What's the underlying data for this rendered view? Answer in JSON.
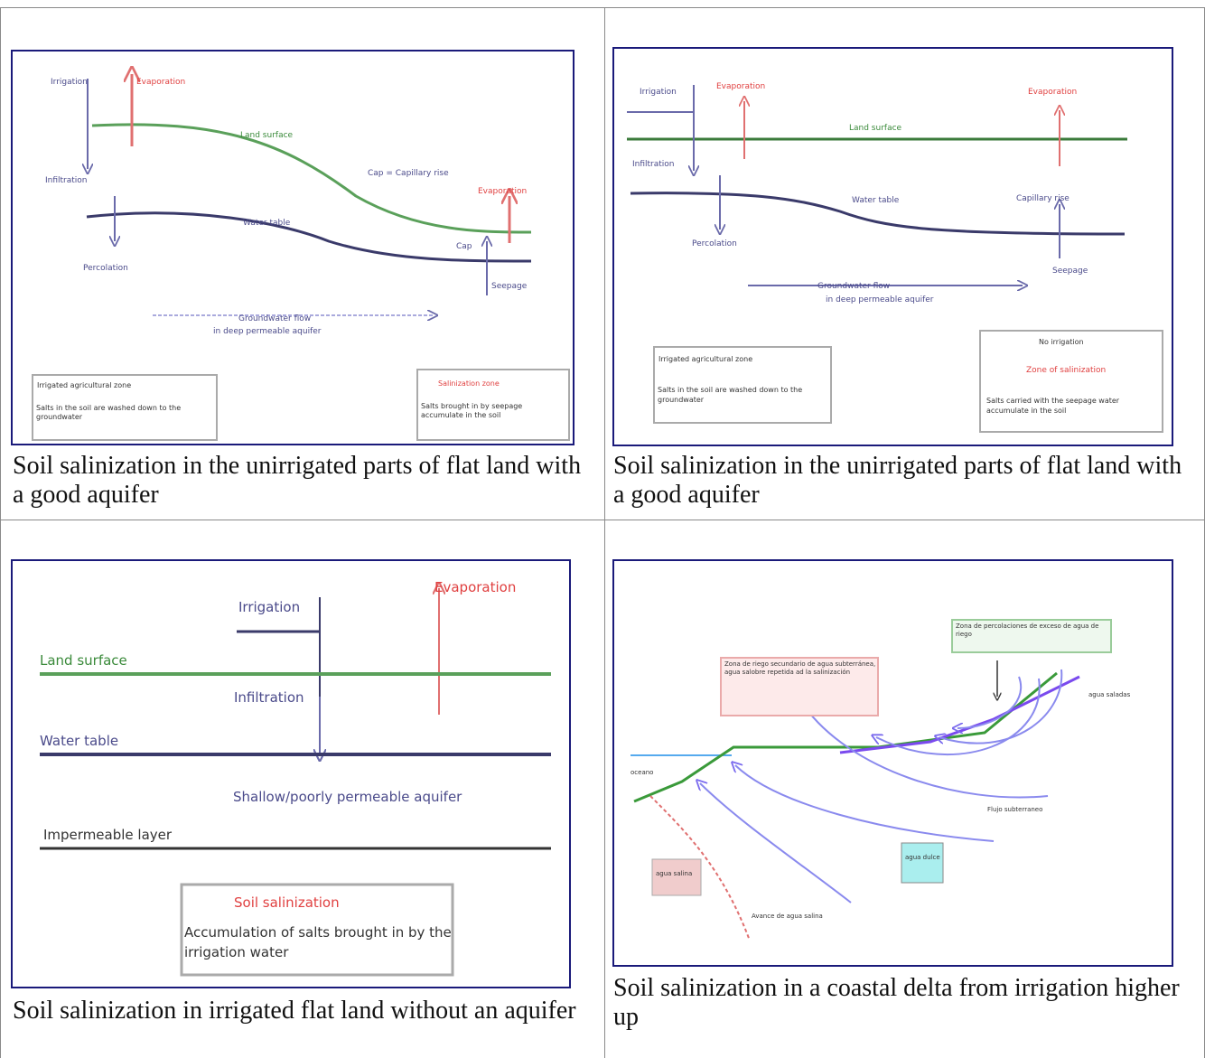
{
  "colors": {
    "border": "#1a1a7a",
    "land": "#5aa05a",
    "water": "#3a3a6a",
    "evap": "#e07070",
    "arrow": "#6a6aaa",
    "text": "#4a4a8a",
    "red_text": "#e04040",
    "green_text": "#3a8a3a"
  },
  "cells": [
    {
      "caption": "Soil salinization in the unirrigated parts of flat land with a good aquifer",
      "labels": {
        "irrigation": "Irrigation",
        "evaporation": "Evaporation",
        "evaporation2": "Evaporation",
        "land_surface": "Land surface",
        "cap_def": "Cap = Capillary rise",
        "infiltration": "Infiltration",
        "water_table": "Water table",
        "cap": "Cap",
        "percolation": "Percolation",
        "seepage": "Seepage",
        "flow1": "Groundwater flow",
        "flow2": "in deep permeable aquifer",
        "box1_title": "Irrigated agricultural zone",
        "box1_body": "Salts in the soil are washed down to the groundwater",
        "box2_title": "Salinization zone",
        "box2_body": "Salts brought in by seepage accumulate in the soil"
      }
    },
    {
      "caption": "Soil salinization in the unirrigated parts of flat land with a good aquifer",
      "labels": {
        "irrigation": "Irrigation",
        "evaporation": "Evaporation",
        "evaporation2": "Evaporation",
        "land_surface": "Land surface",
        "infiltration": "Infiltration",
        "water_table": "Water table",
        "capillary": "Capillary rise",
        "percolation": "Percolation",
        "seepage": "Seepage",
        "flow1": "Groundwater flow",
        "flow2": "in deep permeable aquifer",
        "box1_title": "Irrigated agricultural zone",
        "box1_body": "Salts in the soil are washed down to the groundwater",
        "box2_title": "No irrigation",
        "box2_red": "Zone of salinization",
        "box2_body": "Salts carried with the seepage water accumulate in the soil"
      }
    },
    {
      "caption": "Soil salinization in irrigated flat land without an aquifer",
      "labels": {
        "irrigation": "Irrigation",
        "evaporation": "Evaporation",
        "land_surface": "Land surface",
        "infiltration": "Infiltration",
        "water_table": "Water table",
        "aquifer": "Shallow/poorly permeable aquifer",
        "impermeable": "Impermeable layer",
        "box_title": "Soil salinization",
        "box_body": "Accumulation of salts brought in by the irrigation water"
      }
    },
    {
      "caption": "Soil salinization in a coastal delta from irrigation higher up",
      "labels": {
        "box_top": "Zona de percolaciones de exceso de agua de riego",
        "box_left": "Zona de riego secundario de agua subterránea, agua salobre repetida ad la salinización",
        "agua_saladas": "agua saladas",
        "oceano": "oceano",
        "flujo": "Flujo subterraneo",
        "agua_dulce": "agua dulce",
        "agua_salina": "agua salina",
        "avance": "Avance de agua salina"
      }
    }
  ]
}
